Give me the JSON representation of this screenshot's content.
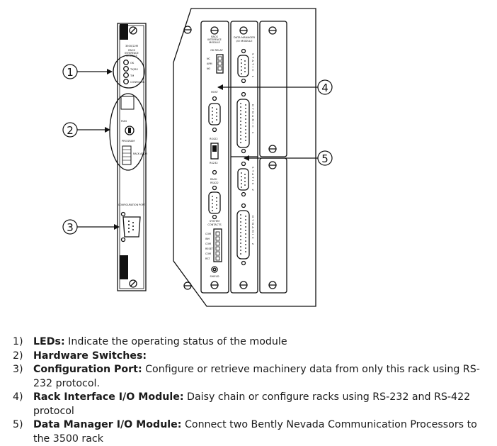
{
  "callouts": [
    "1",
    "2",
    "3",
    "4",
    "5"
  ],
  "left_module": {
    "model": "3500/22M",
    "title_lines": [
      "RACK",
      "INTERFACE",
      "MODULE"
    ],
    "led_labels": [
      "OK",
      "TX/RX",
      "TM",
      "CONFIG OK"
    ],
    "switch_labels": [
      "RUN",
      "PROGRAM"
    ],
    "rack_addr_label": "RACK ADDR",
    "config_port_label": "CONFIGURATION PORT"
  },
  "rim_module": {
    "title_lines": [
      "RACK",
      "INTERFACE",
      "MODULE"
    ],
    "ok_relay_label": "OK RELAY",
    "relay_pins": [
      "NC",
      "ARM",
      "NO"
    ],
    "host_label": "HOST",
    "rs422_label": "RS422",
    "rs232_label": "RS232",
    "rack_rs422_lines": [
      "RACK",
      "RS422"
    ],
    "system_contacts_lines": [
      "SYSTEM",
      "CONTACTS"
    ],
    "contact_pins": [
      "COM",
      "INH",
      "COM",
      "RESET",
      "COM",
      "RST"
    ],
    "shield_label": "SHIELD"
  },
  "dm_module": {
    "title_lines": [
      "DATA MANAGER",
      "I/O MODULE"
    ],
    "port_labels": [
      "STATIC 1",
      "DYNAMIC 1",
      "STATIC 2",
      "DYNAMIC 2"
    ]
  },
  "legend": [
    {
      "num": "1)",
      "term": "LEDs:",
      "text": " Indicate the operating status of the module"
    },
    {
      "num": "2)",
      "term": "Hardware Switches:",
      "text": ""
    },
    {
      "num": "3)",
      "term": "Configuration Port:",
      "text": " Configure or retrieve machinery data from only this rack using RS-232 protocol."
    },
    {
      "num": "4)",
      "term": "Rack Interface I/O Module:",
      "text": " Daisy chain or configure racks using RS-232 and RS-422 protocol"
    },
    {
      "num": "5)",
      "term": "Data Manager I/O Module:",
      "text": " Connect two Bently Nevada Communication Processors to the 3500 rack"
    }
  ]
}
